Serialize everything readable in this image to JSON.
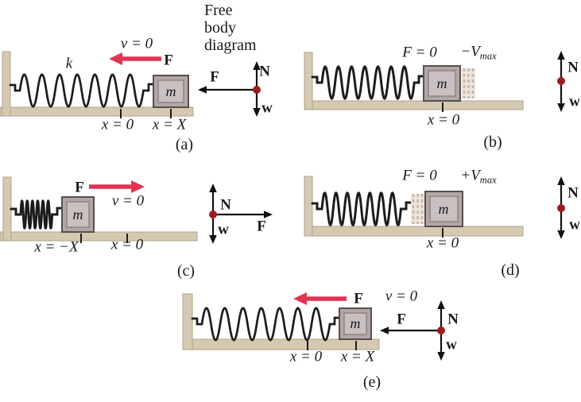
{
  "figure": {
    "title": {
      "line1": "Free",
      "line2": "body",
      "line3": "diagram"
    }
  },
  "colors": {
    "accent_red": "#E23352",
    "dot_red": "#9E1B1E",
    "ground_tan": "#D5CAB1",
    "ground_edge": "#AFA286",
    "spring_dark": "#1C1C1C",
    "mass_frame": "#B3A6A6",
    "mass_face": "#C9C1C1",
    "mass_edge": "#57504C",
    "mass_inner_edge": "#8F8480",
    "ghost_pink": "#C7B3AE",
    "ghost_fill": "#EDE5DC",
    "arrow_black": "#111111"
  },
  "panels": {
    "a": {
      "letter": "(a)",
      "spring_constant_label": "k",
      "velocity_label": "v = 0",
      "applied_force_label": "F",
      "mass_label": "m",
      "tick_labels": {
        "left": "x = 0",
        "right": "x = X"
      },
      "fbd": {
        "normal": "N",
        "weight": "w",
        "force": "F"
      }
    },
    "b": {
      "letter": "(b)",
      "force_label": "F = 0",
      "velocity_main": "−V",
      "velocity_sub": "max",
      "mass_label": "m",
      "tick_labels": {
        "center": "x = 0"
      },
      "fbd": {
        "normal": "N",
        "weight": "w"
      }
    },
    "c": {
      "letter": "(c)",
      "applied_force_label": "F",
      "velocity_label": "v = 0",
      "mass_label": "m",
      "tick_labels": {
        "left": "x = −X",
        "right": "x = 0"
      },
      "fbd": {
        "normal": "N",
        "weight": "w",
        "force": "F"
      }
    },
    "d": {
      "letter": "(d)",
      "force_label": "F = 0",
      "velocity_main": "+V",
      "velocity_sub": "max",
      "mass_label": "m",
      "tick_labels": {
        "center": "x = 0"
      },
      "fbd": {
        "normal": "N",
        "weight": "w"
      }
    },
    "e": {
      "letter": "(e)",
      "applied_force_label": "F",
      "velocity_label": "v = 0",
      "mass_label": "m",
      "tick_labels": {
        "left": "x = 0",
        "right": "x = X"
      },
      "fbd": {
        "normal": "N",
        "weight": "w",
        "force": "F"
      }
    }
  }
}
